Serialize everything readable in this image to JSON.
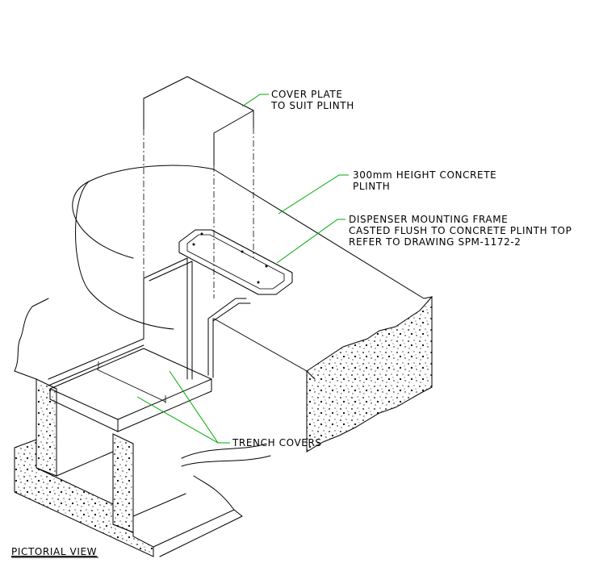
{
  "annotations": {
    "cover_plate_line1": "COVER PLATE",
    "cover_plate_line2": "TO SUIT PLINTH",
    "plinth_line1": "300mm HEIGHT CONCRETE",
    "plinth_line2": "PLINTH",
    "frame_line1": "DISPENSER MOUNTING FRAME",
    "frame_line2": "CASTED FLUSH TO CONCRETE PLINTH TOP",
    "frame_line3": "REFER TO DRAWING SPM-1172-2",
    "trench_covers": "TRENCH COVERS",
    "view_title": "PICTORIAL VIEW"
  },
  "colors": {
    "line": "#000000",
    "leader": "#00aa00",
    "background": "#ffffff"
  }
}
